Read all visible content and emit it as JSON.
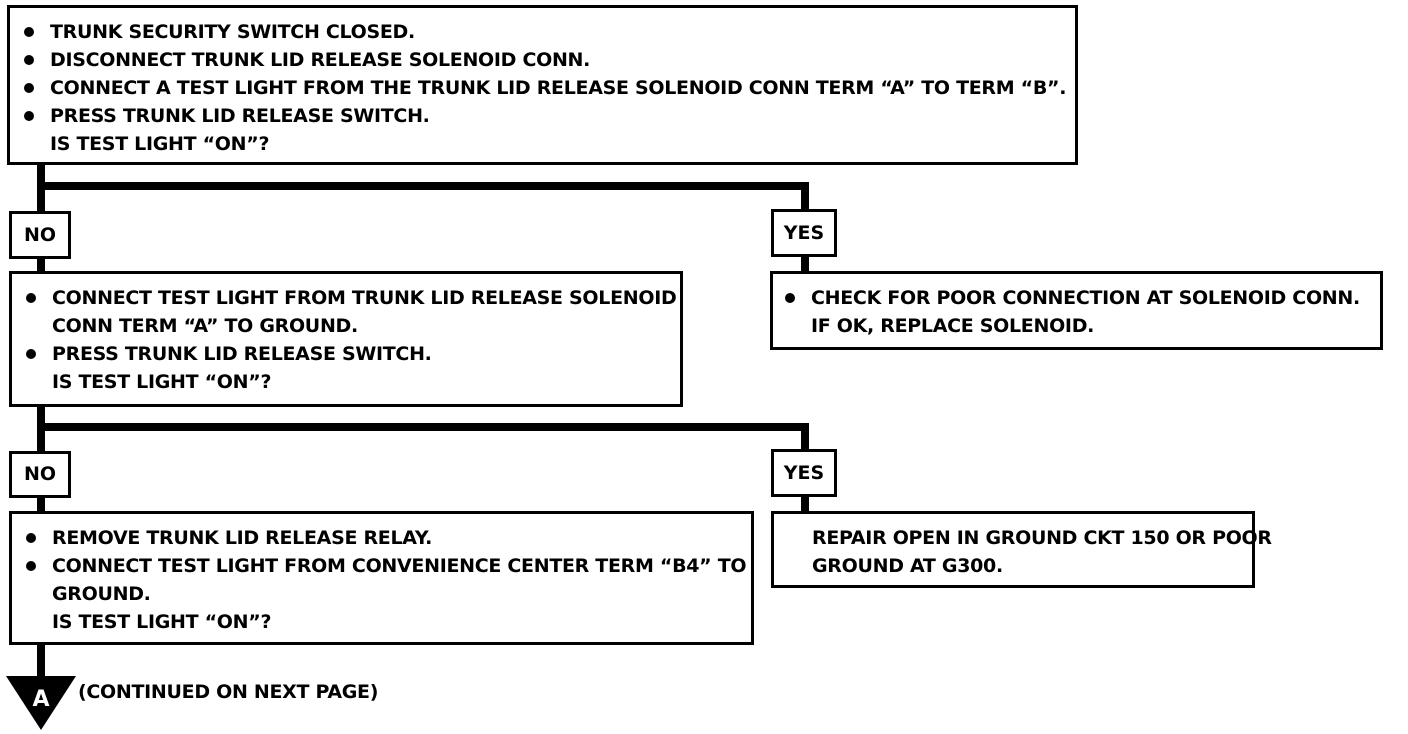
{
  "step1": {
    "lines": [
      {
        "bullet": true,
        "text": "TRUNK SECURITY SWITCH CLOSED."
      },
      {
        "bullet": true,
        "text": "DISCONNECT TRUNK LID RELEASE SOLENOID CONN."
      },
      {
        "bullet": true,
        "text": "CONNECT A TEST LIGHT FROM THE TRUNK LID RELEASE SOLENOID CONN TERM “A” TO TERM “B”."
      },
      {
        "bullet": true,
        "text": "PRESS TRUNK LID RELEASE SWITCH."
      },
      {
        "bullet": false,
        "text": "IS TEST LIGHT “ON”?"
      }
    ]
  },
  "branch1": {
    "no_label": "NO",
    "yes_label": "YES"
  },
  "step2": {
    "lines": [
      {
        "bullet": true,
        "text": "CONNECT TEST LIGHT FROM TRUNK LID RELEASE SOLENOID"
      },
      {
        "bullet": false,
        "text": "CONN TERM “A” TO GROUND."
      },
      {
        "bullet": true,
        "text": "PRESS TRUNK LID RELEASE SWITCH."
      },
      {
        "bullet": false,
        "text": "IS TEST LIGHT “ON”?"
      }
    ]
  },
  "result1": {
    "lines": [
      {
        "bullet": true,
        "text": "CHECK FOR POOR CONNECTION AT SOLENOID CONN."
      },
      {
        "bullet": false,
        "text": "IF OK, REPLACE SOLENOID."
      }
    ]
  },
  "branch2": {
    "no_label": "NO",
    "yes_label": "YES"
  },
  "step3": {
    "lines": [
      {
        "bullet": true,
        "text": "REMOVE TRUNK LID RELEASE RELAY."
      },
      {
        "bullet": true,
        "text": "CONNECT TEST LIGHT FROM CONVENIENCE CENTER TERM “B4” TO"
      },
      {
        "bullet": false,
        "text": "GROUND."
      },
      {
        "bullet": false,
        "text": "IS TEST LIGHT “ON”?"
      }
    ]
  },
  "result2": {
    "lines": [
      {
        "bullet": false,
        "text": "REPAIR OPEN IN GROUND CKT 150 OR POOR"
      },
      {
        "bullet": false,
        "text": "GROUND AT G300."
      }
    ]
  },
  "connector": {
    "marker": "A",
    "text": "(CONTINUED ON NEXT PAGE)"
  }
}
